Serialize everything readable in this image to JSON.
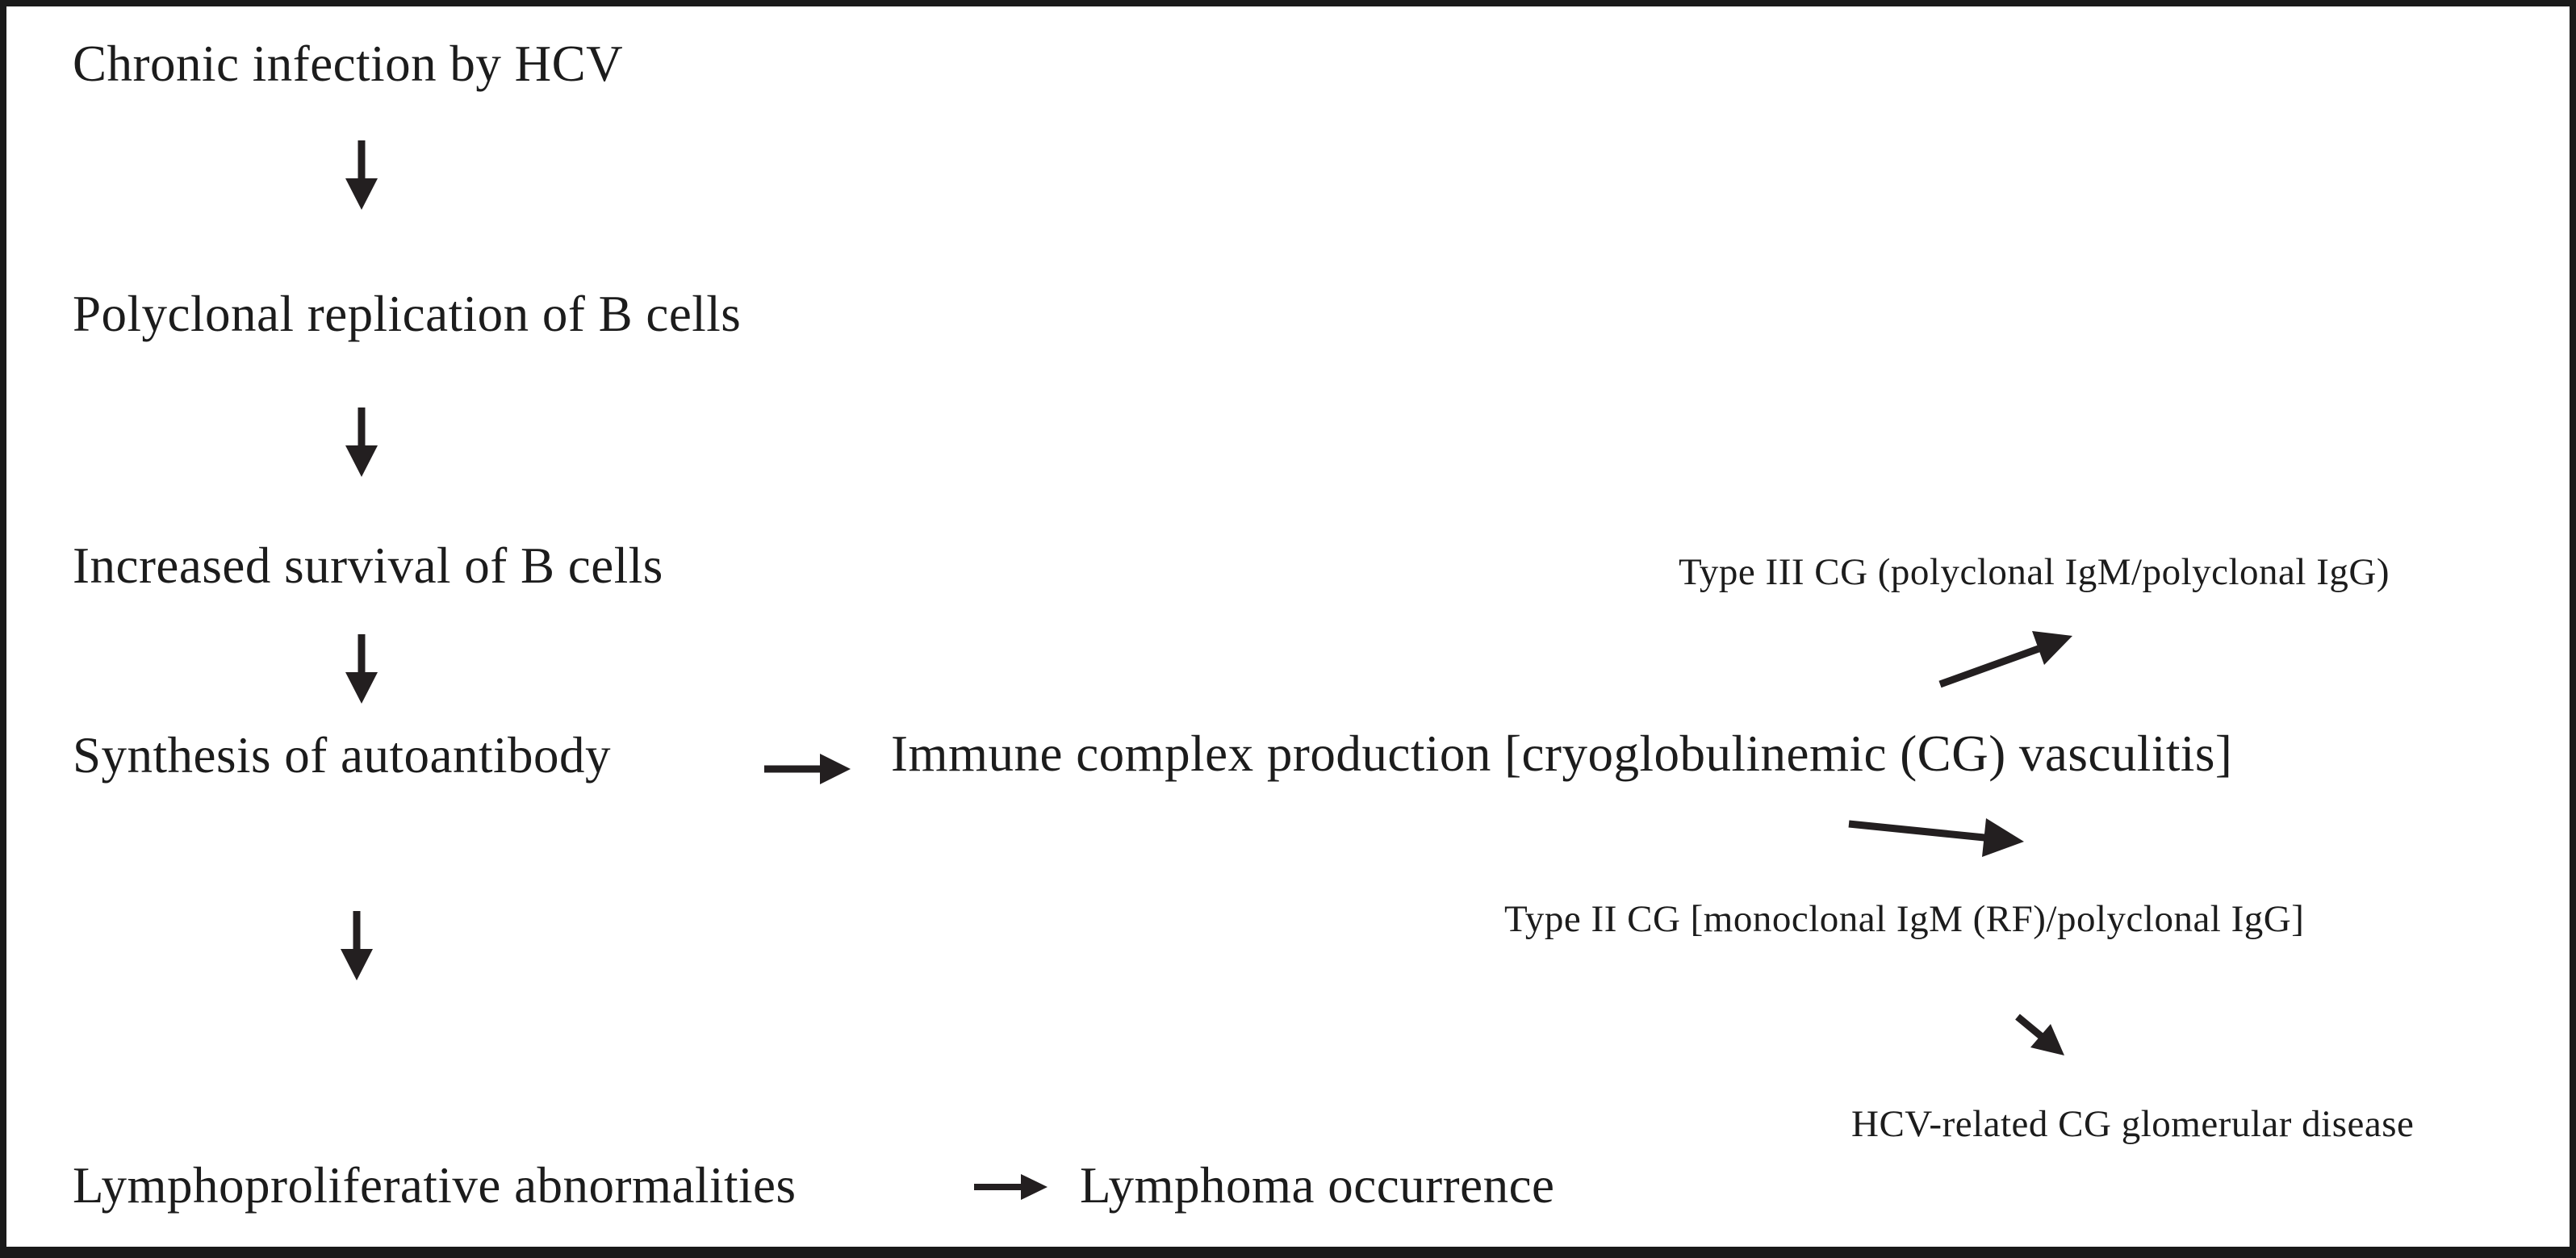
{
  "diagram": {
    "title": "HCV-related lymphoproliferation and cryoglobulinemia pathway",
    "background_color": "#ffffff",
    "frame_border_color": "#1a1a1a",
    "text_color": "#1c1c1c",
    "arrow_color": "#231f20",
    "nodes": {
      "chronic_infection": "Chronic infection by HCV",
      "polyclonal_replication": "Polyclonal replication of B cells",
      "increased_survival": "Increased survival of B cells",
      "synthesis_autoantibody": "Synthesis of autoantibody",
      "immune_complex": "Immune complex production [cryoglobulinemic (CG) vasculitis]",
      "type3_cg": "Type III CG (polyclonal IgM/polyclonal IgG)",
      "type2_cg": "Type II CG [monoclonal IgM (RF)/polyclonal IgG]",
      "hcv_glomerular": "HCV-related CG glomerular disease",
      "lymphoproliferative": "Lymphoproliferative abnormalities",
      "lymphoma": "Lymphoma occurrence"
    },
    "edges": [
      {
        "from": "chronic_infection",
        "to": "polyclonal_replication",
        "direction": "down"
      },
      {
        "from": "polyclonal_replication",
        "to": "increased_survival",
        "direction": "down"
      },
      {
        "from": "increased_survival",
        "to": "synthesis_autoantibody",
        "direction": "down"
      },
      {
        "from": "synthesis_autoantibody",
        "to": "immune_complex",
        "direction": "right"
      },
      {
        "from": "immune_complex",
        "to": "type3_cg",
        "direction": "up-right"
      },
      {
        "from": "immune_complex",
        "to": "type2_cg",
        "direction": "down-right"
      },
      {
        "from": "type2_cg",
        "to": "hcv_glomerular",
        "direction": "down-right"
      },
      {
        "from": "synthesis_autoantibody",
        "to": "lymphoproliferative",
        "direction": "down"
      },
      {
        "from": "lymphoproliferative",
        "to": "lymphoma",
        "direction": "right"
      }
    ]
  }
}
